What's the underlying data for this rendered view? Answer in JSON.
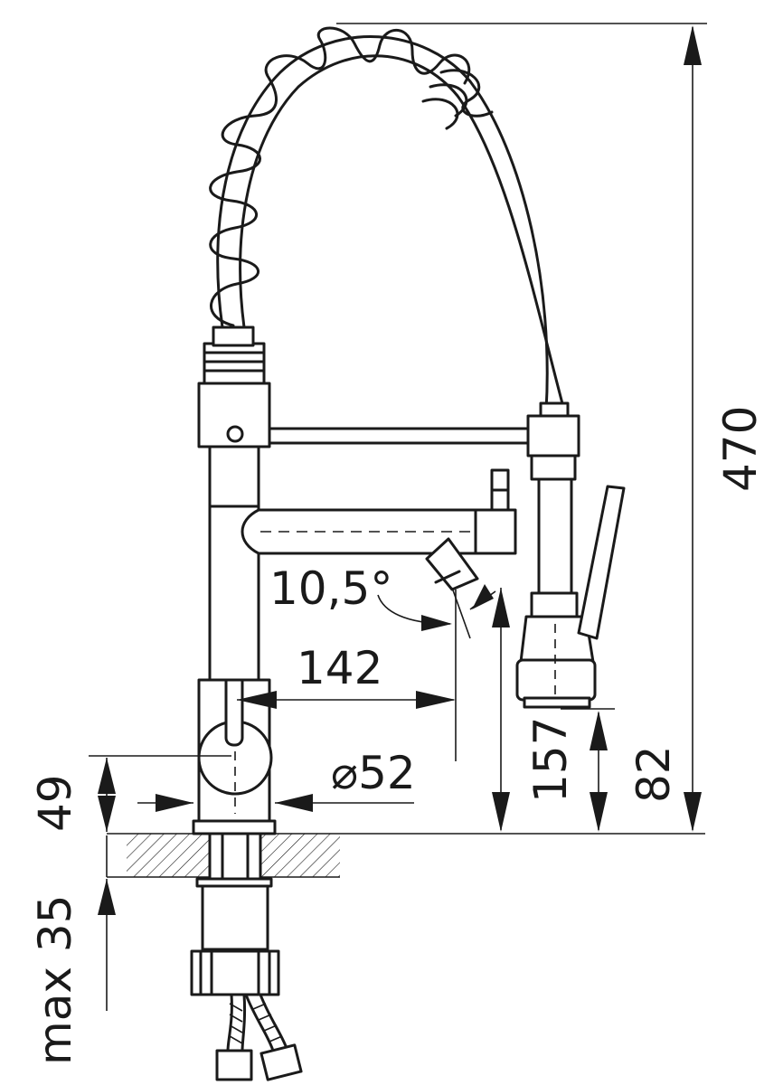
{
  "dimensions": {
    "total_height": "470",
    "spout_reach": "142",
    "spout_angle": "10,5°",
    "base_diameter": "⌀52",
    "spray_head_height": "157",
    "spray_outlet_height": "82",
    "base_height": "49",
    "max_counter_thickness": "max 35"
  },
  "colors": {
    "line": "#1a1a1a",
    "background": "#ffffff"
  }
}
